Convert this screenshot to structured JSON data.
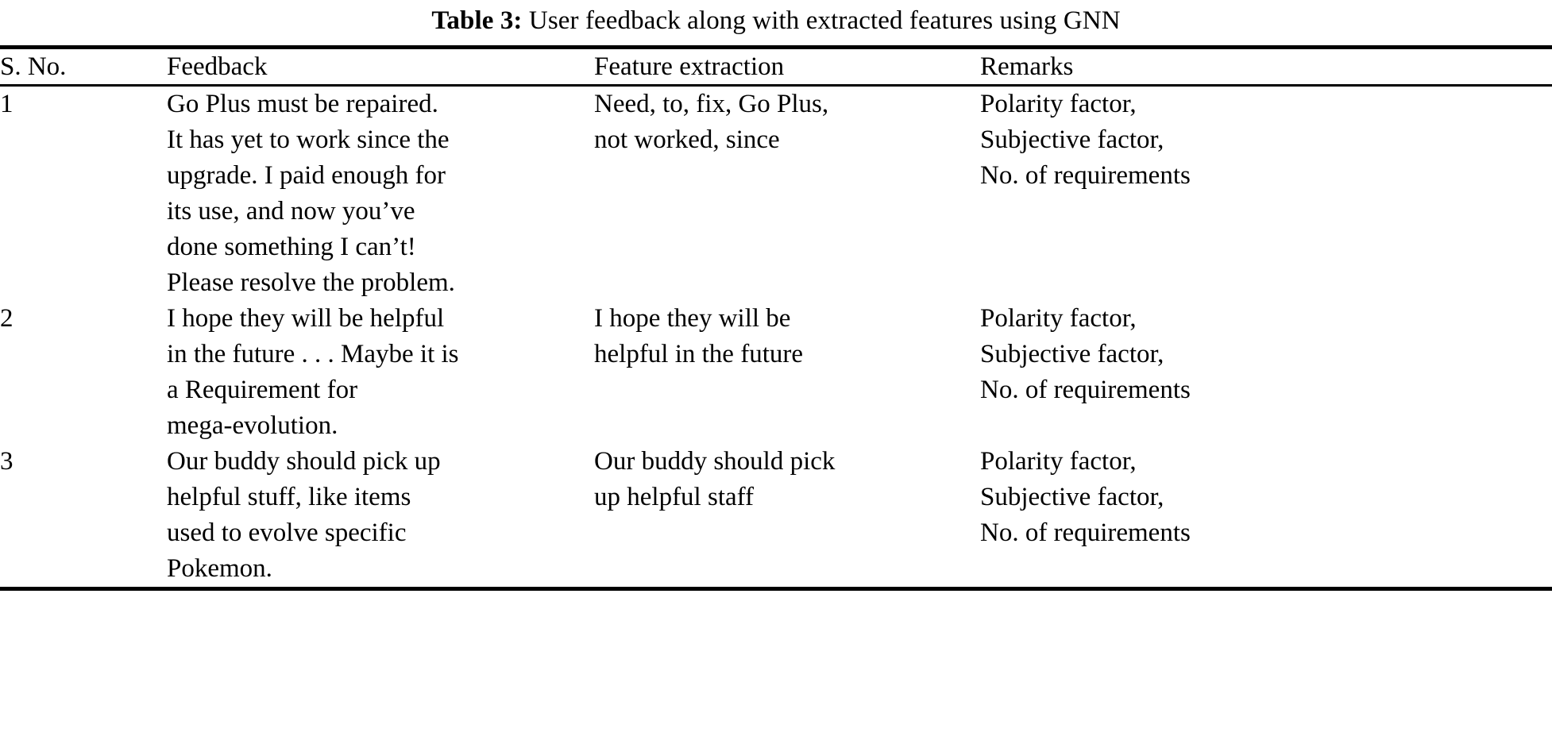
{
  "caption": {
    "label": "Table 3:",
    "text": "User feedback along with extracted features using GNN"
  },
  "colors": {
    "text": "#000000",
    "background": "#ffffff",
    "rule": "#000000"
  },
  "table": {
    "headers": [
      "S. No.",
      "Feedback",
      "Feature extraction",
      "Remarks"
    ],
    "rows": [
      {
        "sno": "1",
        "feedback_lines": [
          "Go Plus must be repaired.",
          "It has yet to work since the",
          "upgrade. I paid enough for",
          "its use, and now you’ve",
          "done something I can’t!",
          "Please resolve the problem."
        ],
        "feature_lines": [
          "Need, to, fix, Go Plus,",
          "not worked, since"
        ],
        "remarks_lines": [
          "Polarity factor,",
          "Subjective factor,",
          "No. of requirements"
        ]
      },
      {
        "sno": "2",
        "feedback_lines": [
          "I hope they will be helpful",
          "in the future . . . Maybe it is",
          "a Requirement for",
          "mega-evolution."
        ],
        "feature_lines": [
          "I hope they will be",
          "helpful in the future"
        ],
        "remarks_lines": [
          "Polarity factor,",
          "Subjective factor,",
          "No. of requirements"
        ]
      },
      {
        "sno": "3",
        "feedback_lines": [
          "Our buddy should pick up",
          "helpful stuff, like items",
          "used to evolve specific",
          "Pokemon."
        ],
        "feature_lines": [
          "Our buddy should pick",
          "up helpful staff"
        ],
        "remarks_lines": [
          "Polarity factor,",
          "Subjective factor,",
          "No. of requirements"
        ]
      }
    ]
  }
}
